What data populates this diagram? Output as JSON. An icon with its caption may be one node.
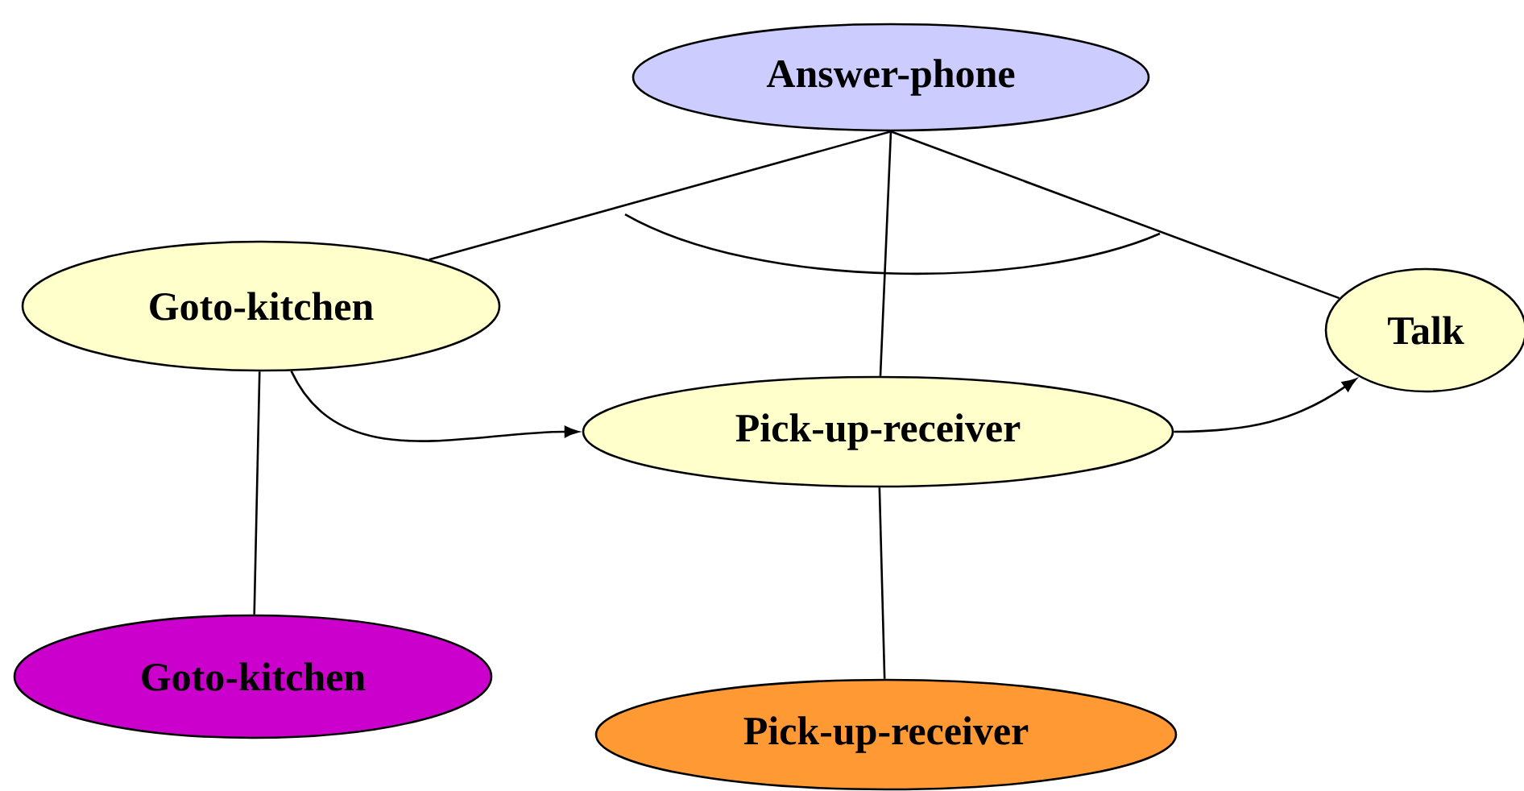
{
  "diagram": {
    "nodes": [
      {
        "text": [
          "Answer-phone"
        ]
      },
      {
        "text": [
          "Goto-kitchen"
        ]
      },
      {
        "text": [
          "Pick-up-receiver"
        ]
      },
      {
        "text": [
          "Talk"
        ]
      },
      {
        "text": [
          "Goto-kitchen"
        ]
      },
      {
        "text": [
          "Pick-up-receiver"
        ]
      }
    ],
    "edges": [
      {
        "from": 0,
        "to": 1,
        "arrow": "none"
      },
      {
        "from": 0,
        "to": 2,
        "arrow": "none"
      },
      {
        "from": 0,
        "to": 3,
        "arrow": "none"
      },
      {
        "from": 1,
        "to": 2,
        "arrow": "to"
      },
      {
        "from": 2,
        "to": 3,
        "arrow": "to"
      },
      {
        "from": 1,
        "to": 4,
        "arrow": "none"
      },
      {
        "from": 2,
        "to": 5,
        "arrow": "none"
      }
    ]
  }
}
